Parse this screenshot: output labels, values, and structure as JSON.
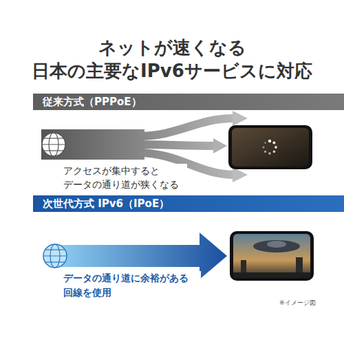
{
  "diagram": {
    "title": "ネットが速くなる 日本の主要なIPv6サービスに対応",
    "nodes": [
      {
        "text": [
          "従来方式（PPPoE）"
        ]
      },
      {
        "text": [
          "次世代方式 IPv6（IPoE）"
        ]
      }
    ],
    "labels": [
      "アクセスが集中すると データの通り道が狭くなる",
      "データの通り道に余裕がある 回線を使用",
      "※イメージ図"
    ]
  }
}
